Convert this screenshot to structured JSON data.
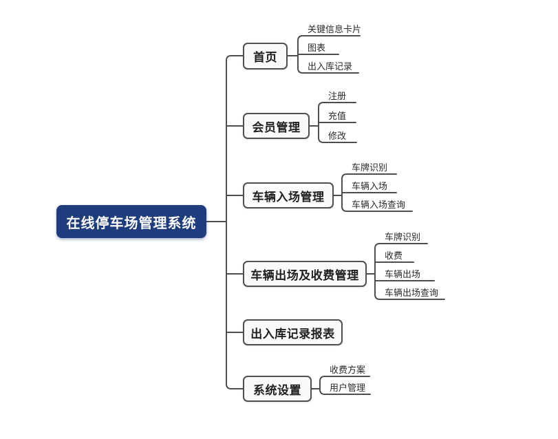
{
  "diagram_title": "在线停车场管理系统",
  "root": {
    "label": "在线停车场管理系统"
  },
  "branches": [
    {
      "label": "首页",
      "children": [
        "关键信息卡片",
        "图表",
        "出入库记录"
      ]
    },
    {
      "label": "会员管理",
      "children": [
        "注册",
        "充值",
        "修改"
      ]
    },
    {
      "label": "车辆入场管理",
      "children": [
        "车牌识别",
        "车辆入场",
        "车辆入场查询"
      ]
    },
    {
      "label": "车辆出场及收费管理",
      "children": [
        "车牌识别",
        "收费",
        "车辆出场",
        "车辆出场查询"
      ]
    },
    {
      "label": "出入库记录报表",
      "children": []
    },
    {
      "label": "系统设置",
      "children": [
        "收费方案",
        "用户管理"
      ]
    }
  ],
  "colors": {
    "background": "#ffffff",
    "root_bg": "#1f3d7c",
    "root_text": "#ffffff",
    "branch_bg": "#fafafa",
    "branch_border": "#4f4f4f",
    "branch_text": "#1f1f1f",
    "leaf_text": "#2b2b2b",
    "connector_line": "#4d4d4d"
  }
}
